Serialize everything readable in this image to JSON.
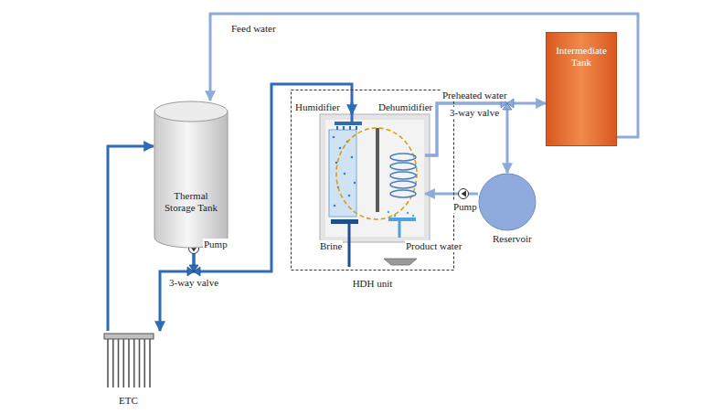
{
  "diagram": {
    "nodes": [
      {
        "text": [
          "Thermal Storage Tank"
        ]
      },
      {
        "text": [
          "HDH unit"
        ]
      },
      {
        "text": [
          "Humidifier"
        ],
        "in": 1
      },
      {
        "text": [
          "Dehumidifier"
        ],
        "in": 1
      },
      {
        "text": [
          "Intermediate Tank"
        ]
      },
      {
        "text": [
          "Reservoir"
        ]
      },
      {
        "text": [
          "ETC"
        ]
      }
    ],
    "edges": [
      {
        "from": 4,
        "to": 0,
        "arrow": "to",
        "label": "Feed water"
      },
      {
        "from": 0,
        "to": 2,
        "arrow": "to"
      },
      {
        "from": 0,
        "to": 6,
        "arrow": "to"
      },
      {
        "from": 6,
        "to": 0,
        "arrow": "to"
      },
      {
        "from": 3,
        "to": 4,
        "arrow": "to",
        "label": "Preheated water"
      },
      {
        "from": 3,
        "to": 5,
        "arrow": "to"
      },
      {
        "from": 5,
        "to": 3,
        "arrow": "to"
      }
    ],
    "labels": [
      "Pump",
      "3-way valve",
      "Brine",
      "Product water",
      "Pump",
      "3-way valve"
    ]
  }
}
